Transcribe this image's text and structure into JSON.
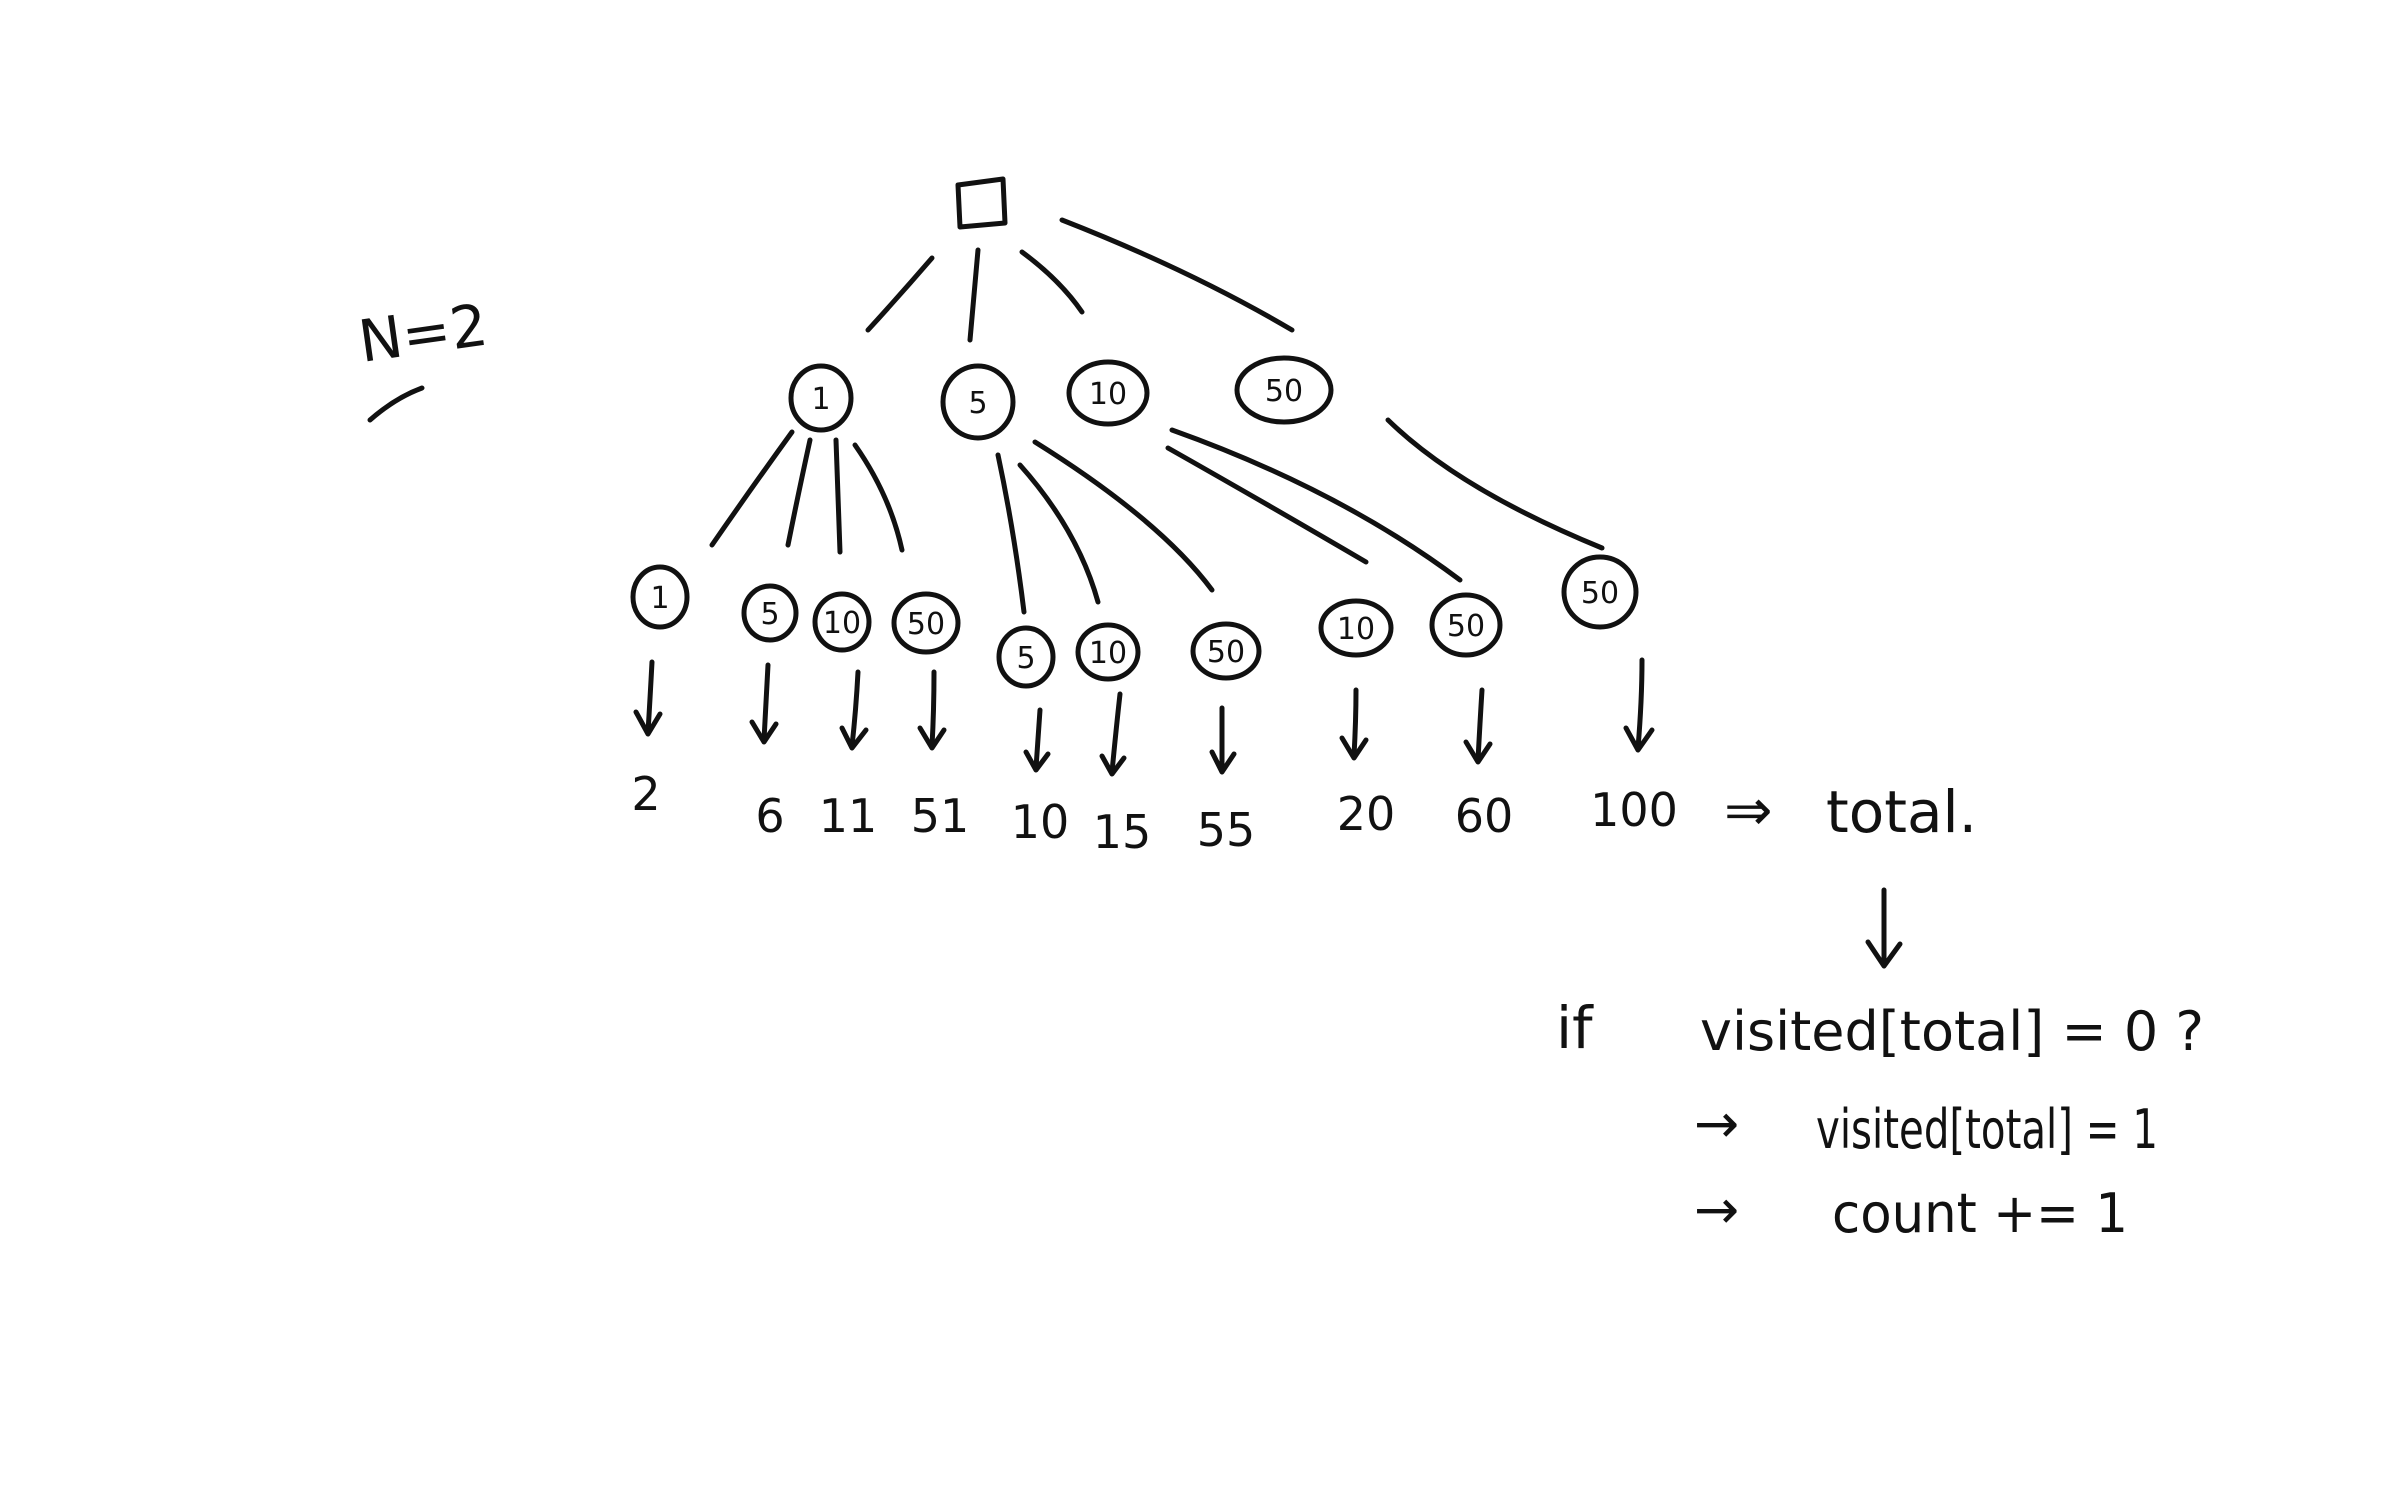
{
  "note": {
    "n_label": "N=2"
  },
  "tree": {
    "root_symbol": "□",
    "level1": [
      {
        "value": "1"
      },
      {
        "value": "5"
      },
      {
        "value": "10"
      },
      {
        "value": "50"
      }
    ],
    "level2": [
      {
        "value": "1",
        "total": "2"
      },
      {
        "value": "5",
        "total": "6"
      },
      {
        "value": "10",
        "total": "11"
      },
      {
        "value": "50",
        "total": "51"
      },
      {
        "value": "5",
        "total": "10"
      },
      {
        "value": "10",
        "total": "15"
      },
      {
        "value": "50",
        "total": "55"
      },
      {
        "value": "10",
        "total": "20"
      },
      {
        "value": "50",
        "total": "60"
      },
      {
        "value": "50",
        "total": "100"
      }
    ]
  },
  "logic": {
    "arrow_to_total": "⇒",
    "total_label": "total.",
    "if_keyword": "if",
    "condition": "visited[total] = 0 ?",
    "bullet_arrow": "→",
    "step1": "visited[total] = 1",
    "step2": "count += 1"
  }
}
